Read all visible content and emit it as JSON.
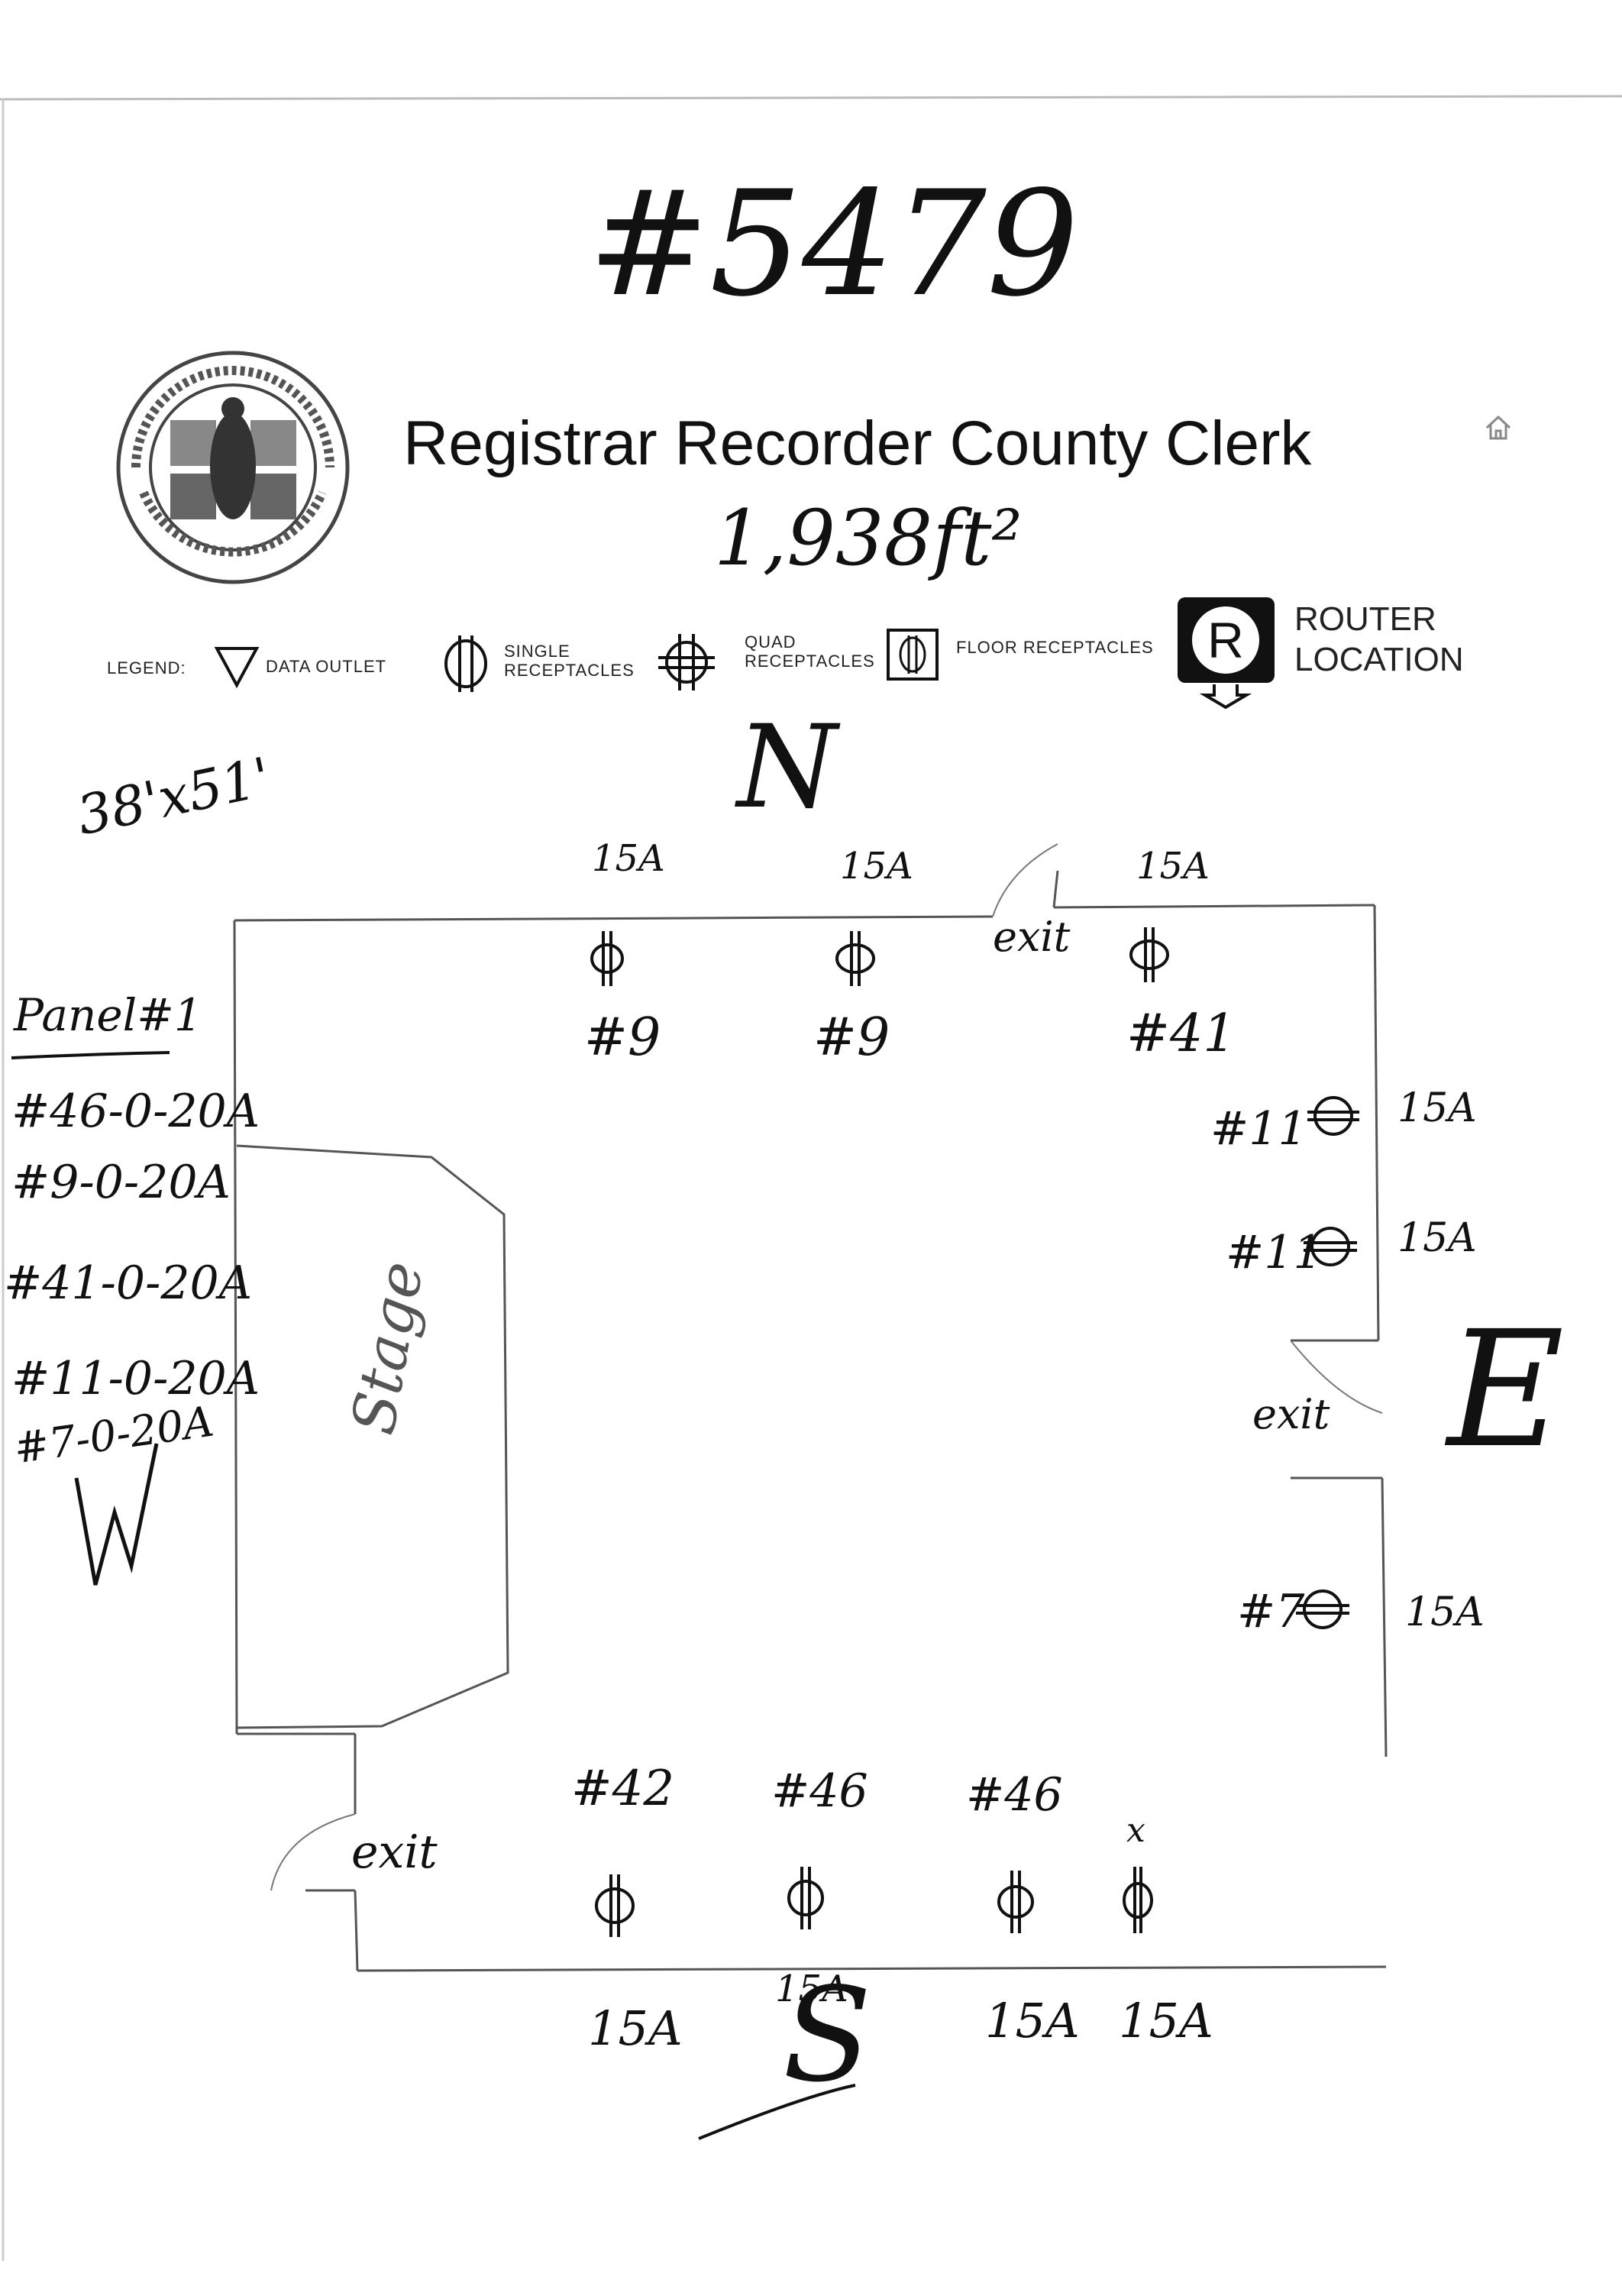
{
  "header": {
    "doc_number": "#5479",
    "org_name": "Registrar Recorder County Clerk",
    "area": "1,938ft²",
    "seal_icon": "county-seal-icon",
    "home_icon": "home-icon"
  },
  "legend": {
    "label": "LEGEND:",
    "data_outlet": "DATA OUTLET",
    "single": [
      "SINGLE",
      "RECEPTACLES"
    ],
    "quad": [
      "QUAD",
      "RECEPTACLES"
    ],
    "floor": "FLOOR RECEPTACLES",
    "router": [
      "ROUTER",
      "LOCATION"
    ]
  },
  "compass": {
    "north": "N",
    "east": "E",
    "south": "S",
    "west": "W"
  },
  "dimensions": "38'x51'",
  "panel": {
    "title": "Panel#1",
    "circuits": [
      "#46-0-20A",
      "#9-0-20A",
      "#41-0-20A",
      "#11-0-20A",
      "#7-0-20A"
    ]
  },
  "room": {
    "stage_label": "Stage",
    "exit_label": "exit",
    "north_outlets": [
      {
        "circuit": "#9",
        "amp": "15A"
      },
      {
        "circuit": "#9",
        "amp": "15A"
      },
      {
        "circuit": "#41",
        "amp": "15A"
      }
    ],
    "east_outlets": [
      {
        "circuit": "#11",
        "amp": "15A"
      },
      {
        "circuit": "#11",
        "amp": "15A"
      },
      {
        "circuit": "#7",
        "amp": "15A"
      }
    ],
    "south_outlets": [
      {
        "circuit": "#42",
        "amp": "15A"
      },
      {
        "circuit": "#46",
        "amp": "15A"
      },
      {
        "circuit": "#46",
        "amp": "15A"
      },
      {
        "circuit": "x",
        "amp": "15A"
      }
    ]
  }
}
